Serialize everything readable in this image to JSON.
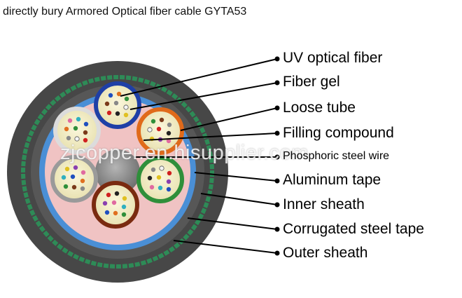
{
  "title": "directly bury Armored Optical fiber cable GYTA53",
  "watermark": "zjcopper.en.hisupplier.com",
  "labels": [
    "UV optical fiber",
    "Fiber gel",
    "Loose tube",
    "Filling compound",
    "Phosphoric steel wire",
    "Aluminum tape",
    "Inner sheath",
    "Corrugated steel tape",
    "Outer sheath"
  ],
  "colors": {
    "outer_sheath": "#4a4a4a",
    "corrugated_steel": "#2e8b57",
    "inner_sheath": "#5a5a5a",
    "aluminum_tape": "#4a90d9",
    "filling_compound": "#f2c2c2",
    "steel_wire": "#8c8c8c",
    "fiber_gel": "#f5f0c8",
    "tube_blue": "#1f3fa6",
    "tube_orange": "#e06a1a",
    "tube_green": "#2f8f3a",
    "tube_brown": "#7a2a10",
    "tube_grey": "#9a9a9a",
    "tube_white": "#eeeeee"
  }
}
